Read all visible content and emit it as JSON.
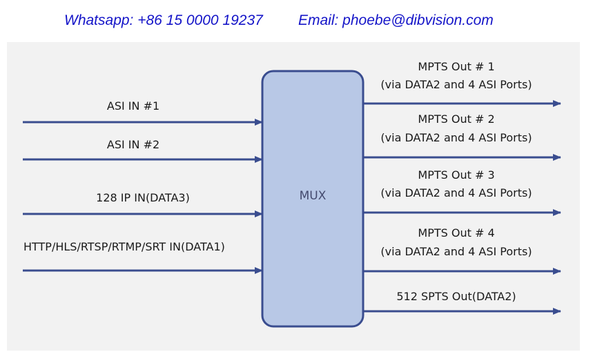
{
  "header": {
    "whatsapp": "Whatsapp: +86 15 0000 19237",
    "email": "Email: phoebe@dibvision.com"
  },
  "diagram": {
    "mux_label": "MUX",
    "inputs": [
      {
        "label": "ASI IN #1"
      },
      {
        "label": "ASI IN #2"
      },
      {
        "label": "128 IP IN(DATA3)"
      },
      {
        "label": "HTTP/HLS/RTSP/RTMP/SRT IN(DATA1)"
      }
    ],
    "outputs": [
      {
        "label": "MPTS Out # 1",
        "sub": "(via DATA2 and 4 ASI Ports)"
      },
      {
        "label": "MPTS Out # 2",
        "sub": "(via DATA2 and 4 ASI Ports)"
      },
      {
        "label": "MPTS Out # 3",
        "sub": "(via DATA2 and 4 ASI Ports)"
      },
      {
        "label": "MPTS Out # 4",
        "sub": "(via DATA2 and 4 ASI Ports)"
      },
      {
        "label": "512 SPTS Out(DATA2)",
        "sub": ""
      }
    ]
  },
  "colors": {
    "header_text": "#1414c8",
    "arrow": "#3a4d8f",
    "mux_fill": "#b8c8e6",
    "mux_stroke": "#3a4d8f",
    "panel_bg": "#f2f2f2"
  }
}
